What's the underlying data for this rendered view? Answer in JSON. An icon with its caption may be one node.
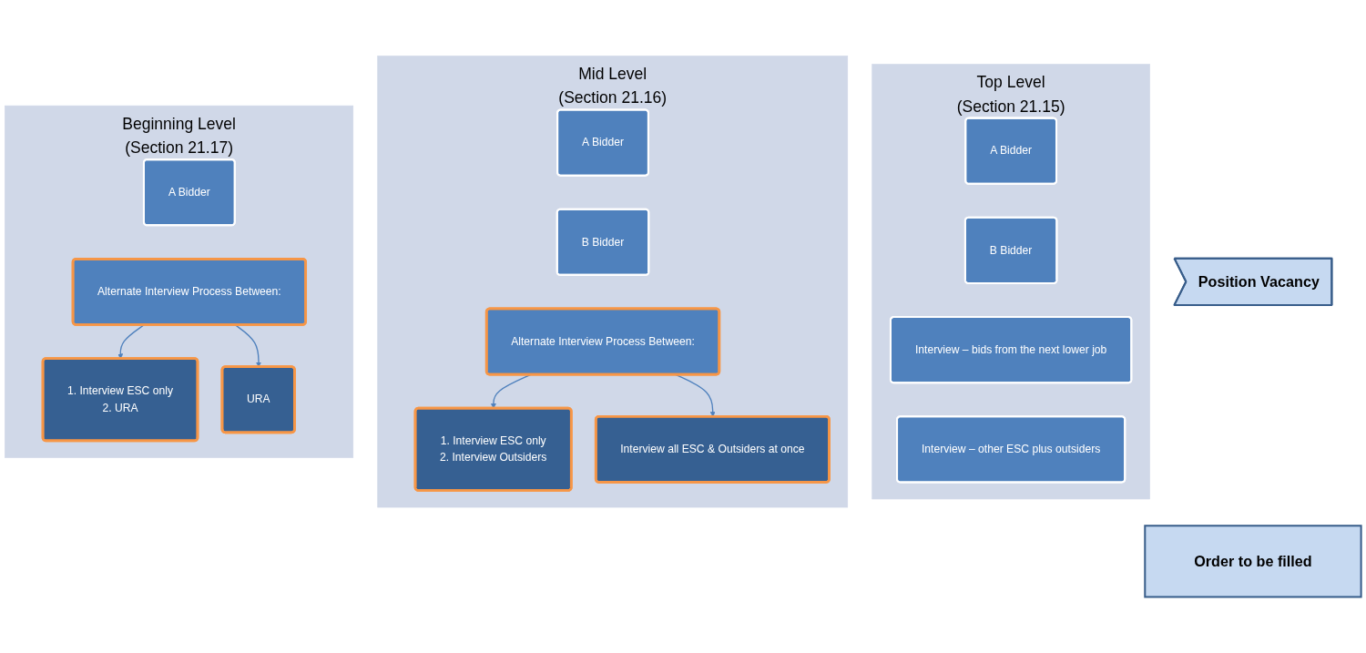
{
  "diagram": {
    "nodes": [
      {
        "text": [
          "Position Vacancy"
        ]
      },
      {
        "text": [
          "Order to be filled"
        ]
      },
      {
        "text": [
          "Top Level",
          "(Section 21.15)"
        ]
      },
      {
        "text": [
          "A Bidder"
        ],
        "in": 2
      },
      {
        "text": [
          "B Bidder"
        ],
        "in": 2
      },
      {
        "text": [
          "Interview – bids from the next lower job"
        ],
        "in": 2
      },
      {
        "text": [
          "Interview – other ESC plus outsiders"
        ],
        "in": 2
      },
      {
        "text": [
          "Mid Level",
          "(Section 21.16)"
        ]
      },
      {
        "text": [
          "A Bidder"
        ],
        "in": 7
      },
      {
        "text": [
          "B Bidder"
        ],
        "in": 7
      },
      {
        "text": [
          "Alternate Interview Process Between:"
        ],
        "in": 7
      },
      {
        "text": [
          "1. Interview ESC only",
          "2. Interview Outsiders"
        ],
        "in": 7
      },
      {
        "text": [
          "Interview all ESC & Outsiders at once"
        ],
        "in": 7
      },
      {
        "text": [
          "Beginning Level",
          "(Section 21.17)"
        ]
      },
      {
        "text": [
          "A Bidder"
        ],
        "in": 13
      },
      {
        "text": [
          "Alternate Interview Process Between:"
        ],
        "in": 13
      },
      {
        "text": [
          "1. Interview ESC only",
          "2. URA"
        ],
        "in": 13
      },
      {
        "text": [
          "URA"
        ],
        "in": 13
      }
    ],
    "edges": [
      {
        "from": 10,
        "to": 11,
        "arrow": "to"
      },
      {
        "from": 10,
        "to": 12,
        "arrow": "to"
      },
      {
        "from": 15,
        "to": 16,
        "arrow": "to"
      },
      {
        "from": 15,
        "to": 17,
        "arrow": "to"
      }
    ]
  }
}
